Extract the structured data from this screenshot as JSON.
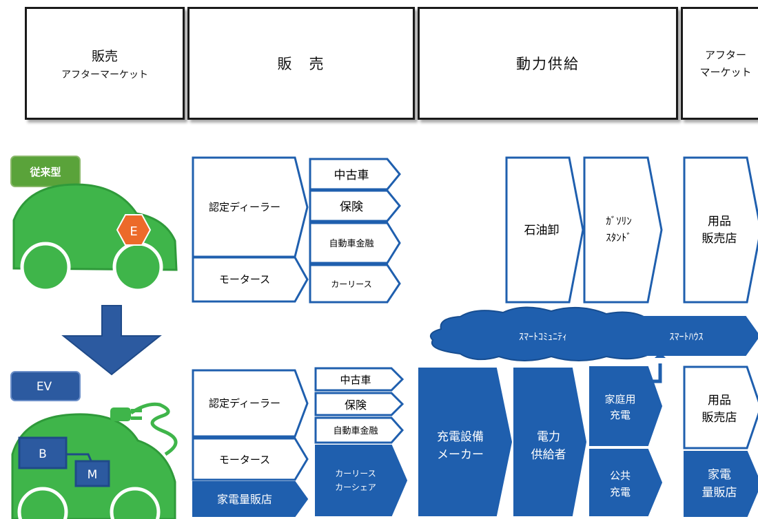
{
  "headers": {
    "col1_line1": "販売",
    "col1_line2": "アフターマーケット",
    "col2": "販　売",
    "col3": "動力供給",
    "col4_line1": "アフター",
    "col4_line2": "マーケット"
  },
  "conventional": {
    "badge": "従来型",
    "engine": "E",
    "dealer": "認定ディーラー",
    "motors": "モータース",
    "used_car": "中古車",
    "insurance": "保険",
    "auto_finance": "自動車金融",
    "car_lease": "カーリース",
    "oil_wholesale": "石油卸",
    "gas_station_1": "ｶﾞｿﾘﾝ",
    "gas_station_2": "ｽﾀﾝﾄﾞ",
    "parts_store_1": "用品",
    "parts_store_2": "販売店"
  },
  "ev": {
    "badge": "EV",
    "battery": "B",
    "motor": "M",
    "dealer": "認定ディーラー",
    "motors": "モータース",
    "electronics_store": "家電量販店",
    "used_car": "中古車",
    "insurance": "保険",
    "auto_finance": "自動車金融",
    "car_lease_1": "カーリース",
    "car_lease_2": "カーシェア",
    "charger_maker_1": "充電設備",
    "charger_maker_2": "メーカー",
    "power_supplier_1": "電力",
    "power_supplier_2": "供給者",
    "home_charge_1": "家庭用",
    "home_charge_2": "充電",
    "public_charge_1": "公共",
    "public_charge_2": "充電",
    "parts_store_1": "用品",
    "parts_store_2": "販売店",
    "electronics_1": "家電",
    "electronics_2": "量販店"
  },
  "smart": {
    "community": "ｽﾏｰﾄｺﾐｭﾆﾃｨ",
    "house": "ｽﾏｰﾄﾊｳｽ"
  },
  "colors": {
    "blue": "#1f5fae",
    "green": "#3fb54a",
    "green_dark": "#2f9a3a",
    "orange": "#ec6a2a"
  }
}
